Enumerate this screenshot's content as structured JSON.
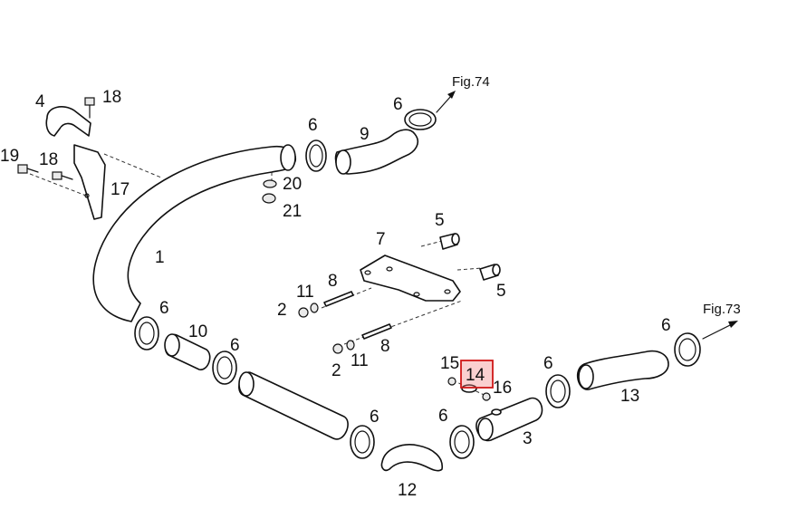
{
  "labels": {
    "p1": "1",
    "p2a": "2",
    "p2b": "2",
    "p3": "3",
    "p4": "4",
    "p5a": "5",
    "p5b": "5",
    "p6a": "6",
    "p6b": "6",
    "p6c": "6",
    "p6d": "6",
    "p6e": "6",
    "p6f": "6",
    "p6g": "6",
    "p6h": "6",
    "p7": "7",
    "p8a": "8",
    "p8b": "8",
    "p9": "9",
    "p10": "10",
    "p11a": "11",
    "p11b": "11",
    "p12": "12",
    "p13": "13",
    "p14": "14",
    "p15": "15",
    "p16": "16",
    "p17": "17",
    "p18a": "18",
    "p18b": "18",
    "p19": "19",
    "p20": "20",
    "p21": "21"
  },
  "refs": {
    "fig74": "Fig.74",
    "fig73": "Fig.73"
  },
  "highlight": {
    "part": "14",
    "color": "#d01818"
  }
}
